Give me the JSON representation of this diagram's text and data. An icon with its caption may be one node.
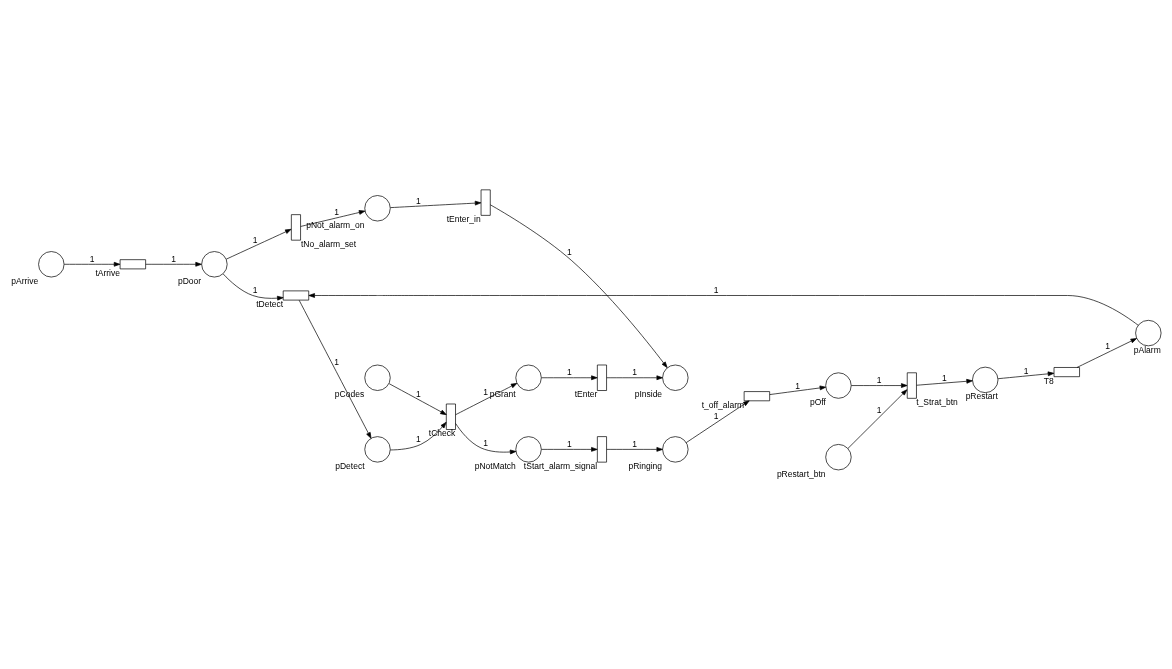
{
  "diagram": {
    "nodes": [
      {
        "text": [
          "pArrive"
        ]
      },
      {
        "text": [
          "tArrive"
        ]
      },
      {
        "text": [
          "pDoor"
        ]
      },
      {
        "text": [
          "tNo_alarm_set"
        ]
      },
      {
        "text": [
          "pNot_alarm_on"
        ]
      },
      {
        "text": [
          "tEnter_in"
        ]
      },
      {
        "text": [
          "pAlarm"
        ]
      },
      {
        "text": [
          "tDetect"
        ]
      },
      {
        "text": [
          "pNotMatch"
        ]
      },
      {
        "text": [
          "tStart_alarm_signal"
        ]
      },
      {
        "text": [
          "pRinging"
        ]
      },
      {
        "text": [
          "pRestart_btn"
        ]
      },
      {
        "text": [
          "T8"
        ]
      },
      {
        "text": [
          "pDetect"
        ]
      },
      {
        "text": [
          "tCheck"
        ]
      },
      {
        "text": [
          "pGrant"
        ]
      },
      {
        "text": [
          "tEnter"
        ]
      },
      {
        "text": [
          "pInside"
        ]
      },
      {
        "text": [
          "t_Strat_btn"
        ]
      },
      {
        "text": [
          "pRestart"
        ]
      },
      {
        "text": [
          "pCodes"
        ]
      },
      {
        "text": [
          "pOff"
        ]
      },
      {
        "text": [
          "t_off_alarm"
        ]
      }
    ],
    "edges": [
      {
        "from": 0,
        "to": 1,
        "arrow": "to",
        "label": "1"
      },
      {
        "from": 1,
        "to": 2,
        "arrow": "to",
        "label": "1"
      },
      {
        "from": 2,
        "to": 3,
        "arrow": "to",
        "label": "1"
      },
      {
        "from": 3,
        "to": 4,
        "arrow": "to",
        "label": "1"
      },
      {
        "from": 4,
        "to": 5,
        "arrow": "to",
        "label": "1"
      },
      {
        "from": 5,
        "to": 17,
        "arrow": "to",
        "label": "1"
      },
      {
        "from": 2,
        "to": 7,
        "arrow": "to",
        "label": "1"
      },
      {
        "from": 6,
        "to": 7,
        "arrow": "to",
        "label": "1"
      },
      {
        "from": 7,
        "to": 13,
        "arrow": "to",
        "label": "1"
      },
      {
        "from": 13,
        "to": 14,
        "arrow": "to",
        "label": "1"
      },
      {
        "from": 14,
        "to": 8,
        "arrow": "to",
        "label": "1"
      },
      {
        "from": 14,
        "to": 15,
        "arrow": "to",
        "label": "1"
      },
      {
        "from": 20,
        "to": 14,
        "arrow": "to",
        "label": "1"
      },
      {
        "from": 8,
        "to": 9,
        "arrow": "to",
        "label": "1"
      },
      {
        "from": 9,
        "to": 10,
        "arrow": "to",
        "label": "1"
      },
      {
        "from": 15,
        "to": 16,
        "arrow": "to",
        "label": "1"
      },
      {
        "from": 16,
        "to": 17,
        "arrow": "to",
        "label": "1"
      },
      {
        "from": 10,
        "to": 22,
        "arrow": "to",
        "label": "1"
      },
      {
        "from": 22,
        "to": 21,
        "arrow": "to",
        "label": "1"
      },
      {
        "from": 21,
        "to": 18,
        "arrow": "to",
        "label": "1"
      },
      {
        "from": 11,
        "to": 18,
        "arrow": "to",
        "label": "1"
      },
      {
        "from": 18,
        "to": 19,
        "arrow": "to",
        "label": "1"
      },
      {
        "from": 19,
        "to": 12,
        "arrow": "to",
        "label": "1"
      },
      {
        "from": 12,
        "to": 6,
        "arrow": "to",
        "label": "1"
      }
    ]
  }
}
